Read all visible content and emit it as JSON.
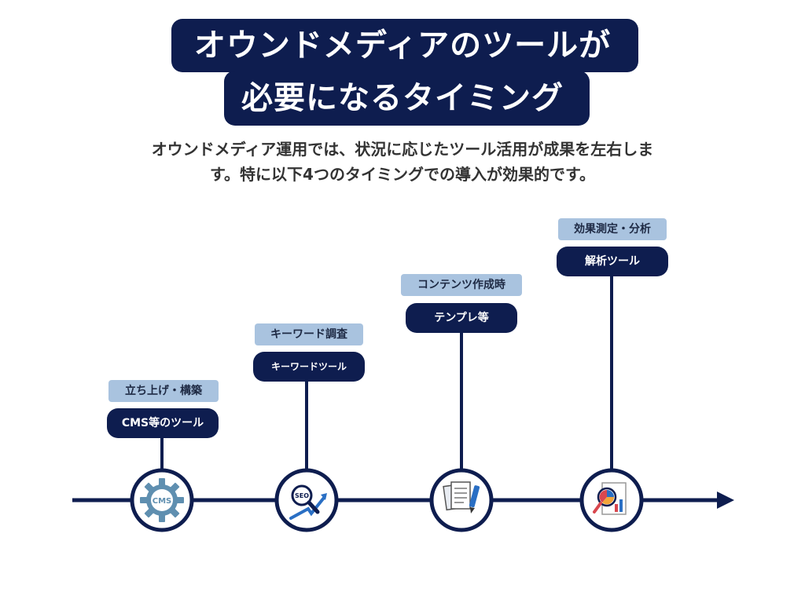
{
  "title": {
    "line1": "オウンドメディアのツールが",
    "line2": "必要になるタイミング"
  },
  "description": {
    "line1": "オウンドメディア運用では、状況に応じたツール活用が成果を左右しま",
    "line2": "す。特に以下4つのタイミングでの導入が効果的です。"
  },
  "stages": [
    {
      "category": "立ち上げ・構築",
      "tool": "CMS等のツール",
      "icon": "cms-gear-icon",
      "icon_text": "CMS"
    },
    {
      "category": "キーワード調査",
      "tool": "キーワードツール",
      "icon": "seo-magnifier-icon",
      "icon_text": "SEO"
    },
    {
      "category": "コンテンツ作成時",
      "tool": "テンプレ等",
      "icon": "documents-pen-icon"
    },
    {
      "category": "効果測定・分析",
      "tool": "解析ツール",
      "icon": "analytics-chart-icon"
    }
  ],
  "colors": {
    "navy": "#0e1d4f",
    "category_bg": "#a9c3df",
    "text_dark": "#333333",
    "white": "#ffffff",
    "accent_blue": "#2a6fc4",
    "accent_red": "#d9474e",
    "accent_orange": "#f2a53a",
    "gear_gray": "#5f8fb0"
  }
}
